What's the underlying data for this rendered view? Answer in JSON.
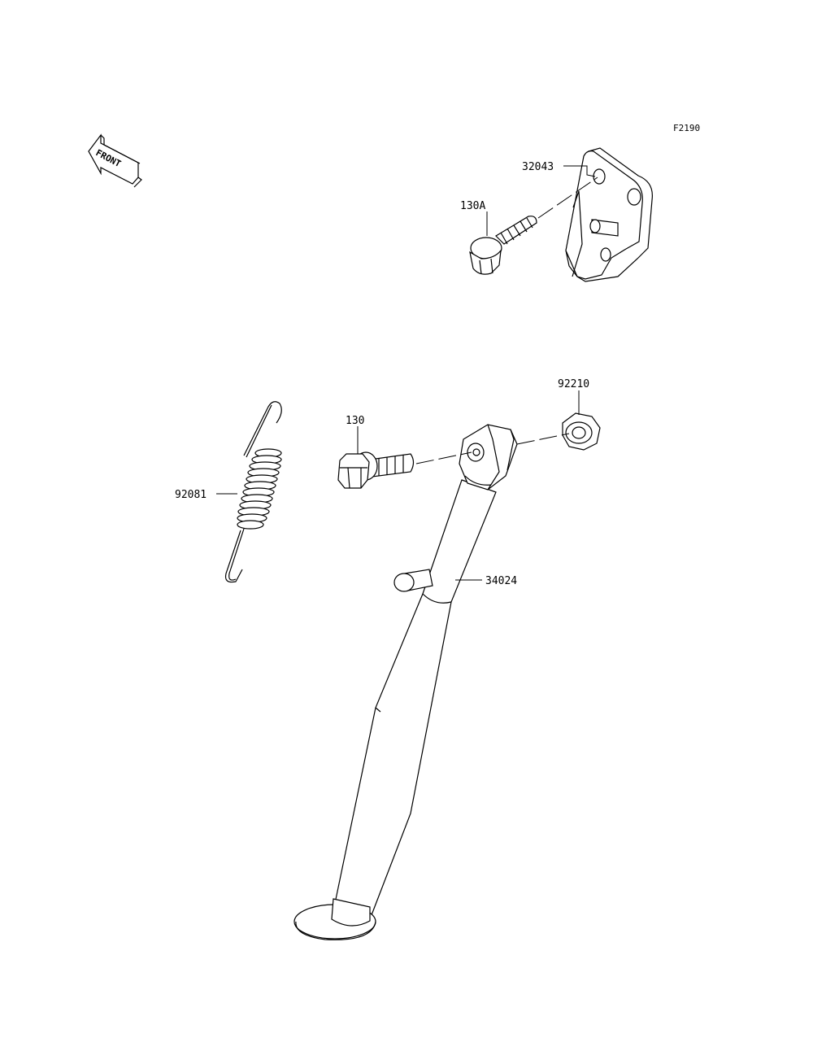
{
  "figure_id": "F2190",
  "front_indicator": "FRONT",
  "parts": {
    "bracket": "32043",
    "bracket_bolt": "130A",
    "nut": "92210",
    "stand_bolt": "130",
    "spring": "92081",
    "side_stand": "34024"
  }
}
